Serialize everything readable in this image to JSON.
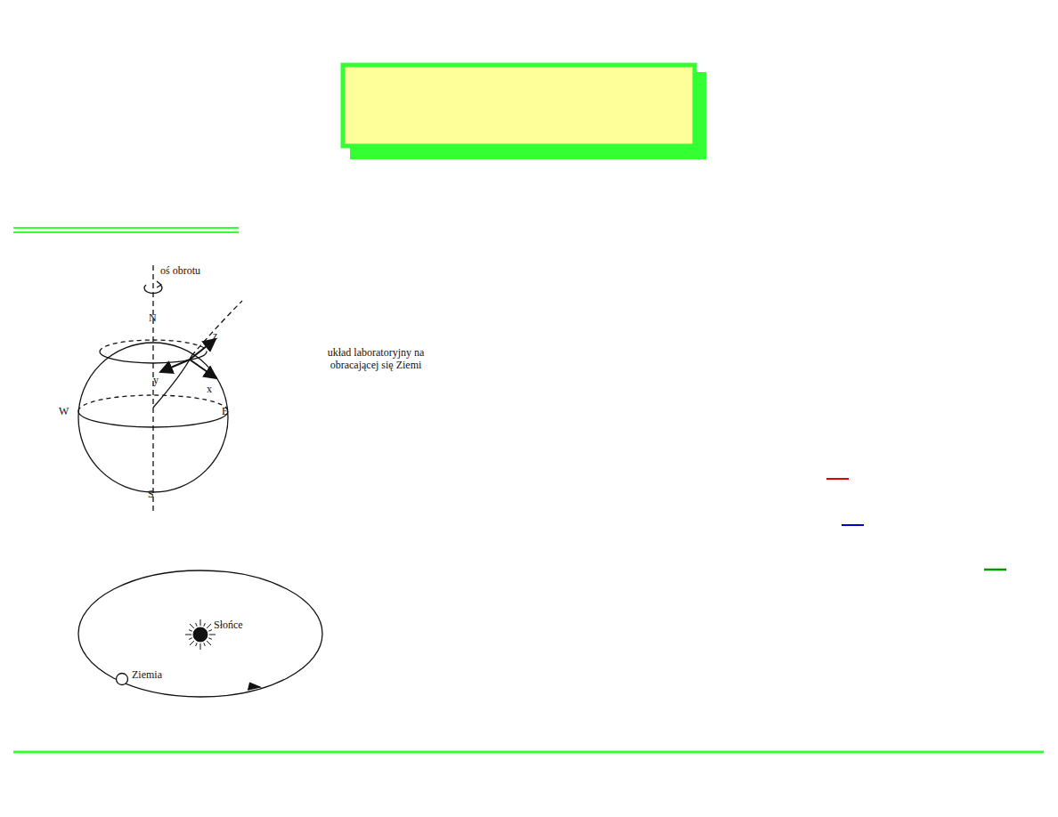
{
  "diagram": {
    "labels": [
      "oś obrotu",
      "N",
      "z",
      "układ laboratoryjny na obracającej się Ziemi",
      "y",
      "x",
      "W",
      "E",
      "S",
      "Słońce",
      "Ziemia"
    ]
  }
}
